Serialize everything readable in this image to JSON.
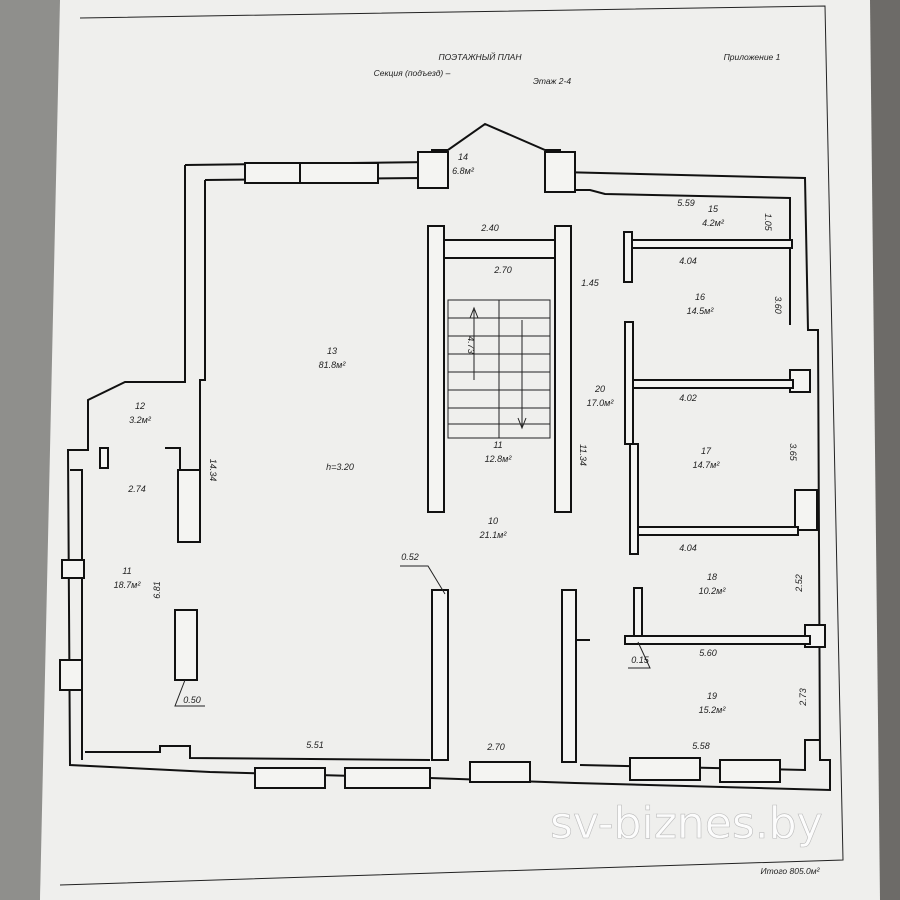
{
  "header": {
    "title": "ПОЭТАЖНЫЙ ПЛАН",
    "appendix": "Приложение 1",
    "section": "Секция (подъезд) –",
    "floor": "Этаж 2-4"
  },
  "rooms": [
    {
      "number": "14",
      "area": "6.8м²"
    },
    {
      "number": "15",
      "area": "4.2м²"
    },
    {
      "number": "16",
      "area": "14.5м²"
    },
    {
      "number": "13",
      "area": "81.8м²"
    },
    {
      "number": "12",
      "area": "3.2м²"
    },
    {
      "number": "20",
      "area": "17.0м²"
    },
    {
      "number": "11",
      "area": "12.8м²"
    },
    {
      "number": "17",
      "area": "14.7м²"
    },
    {
      "number": "11",
      "area": "18.7м²"
    },
    {
      "number": "10",
      "area": "21.1м²"
    },
    {
      "number": "18",
      "area": "10.2м²"
    },
    {
      "number": "19",
      "area": "15.2м²"
    }
  ],
  "dimensions": [
    "5.59",
    "1.05",
    "2.40",
    "2.70",
    "4.04",
    "1.45",
    "3.60",
    "4.73",
    "4.02",
    "3.65",
    "14.34",
    "h=3.20",
    "2.74",
    "11.34",
    "4.04",
    "0.52",
    "2.52",
    "6.81",
    "0.15",
    "5.60",
    "2.73",
    "0.50",
    "5.51",
    "2.70",
    "5.58"
  ],
  "footer": {
    "total": "Итого 805.0м²"
  },
  "watermark": "sv-biznes.by"
}
